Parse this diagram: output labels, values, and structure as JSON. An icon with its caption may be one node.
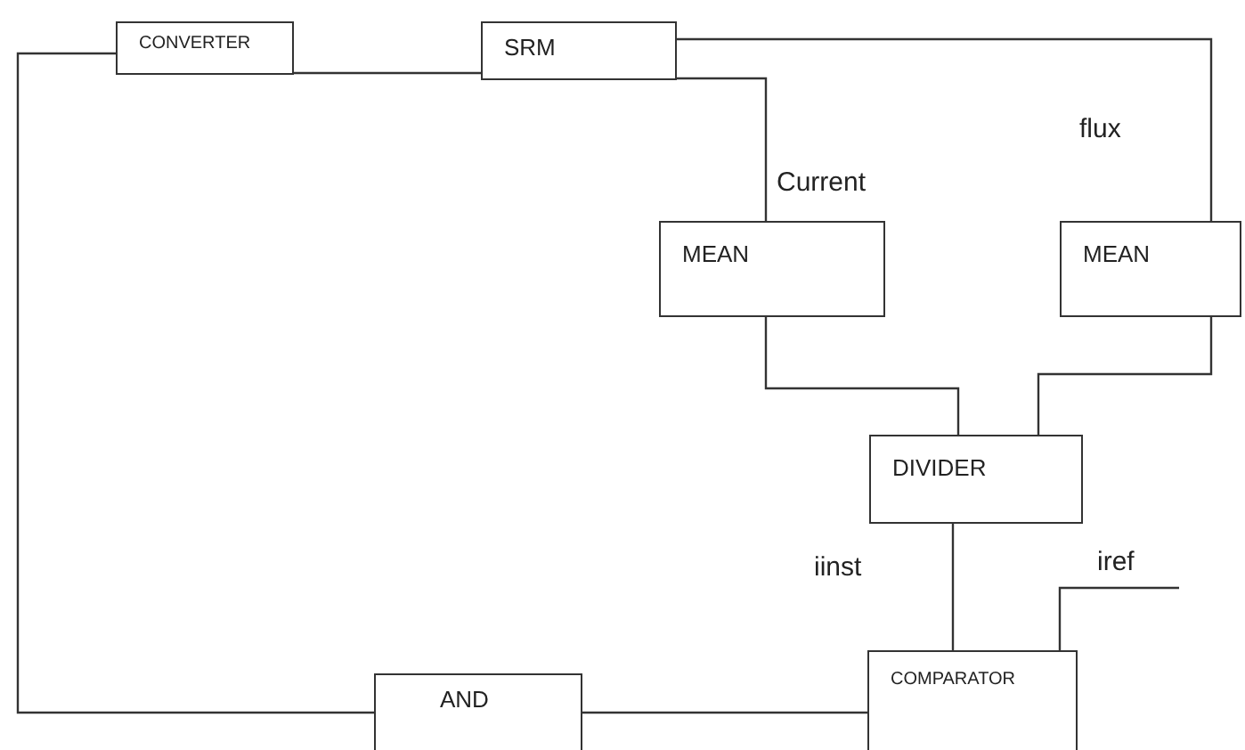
{
  "diagram": {
    "nodes": [
      {
        "text": [
          "CONVERTER"
        ]
      },
      {
        "text": [
          "SRM"
        ]
      },
      {
        "text": [
          "MEAN"
        ]
      },
      {
        "text": [
          "MEAN"
        ]
      },
      {
        "text": [
          "DIVIDER"
        ]
      },
      {
        "text": [
          "iref"
        ]
      },
      {
        "text": [
          "COMPARATOR"
        ]
      },
      {
        "text": [
          "AND"
        ]
      }
    ],
    "edges": [
      {
        "from": 0,
        "to": 1,
        "arrow": "none"
      },
      {
        "from": 1,
        "to": 3,
        "arrow": "none",
        "label": "flux"
      },
      {
        "from": 1,
        "to": 2,
        "arrow": "none",
        "label": "Current"
      },
      {
        "from": 2,
        "to": 4,
        "arrow": "none"
      },
      {
        "from": 3,
        "to": 4,
        "arrow": "none"
      },
      {
        "from": 4,
        "to": 6,
        "arrow": "none",
        "label": "iinst"
      },
      {
        "from": 5,
        "to": 6,
        "arrow": "none"
      },
      {
        "from": 7,
        "to": 0,
        "arrow": "none"
      },
      {
        "from": 7,
        "to": 6,
        "arrow": "none"
      }
    ]
  }
}
